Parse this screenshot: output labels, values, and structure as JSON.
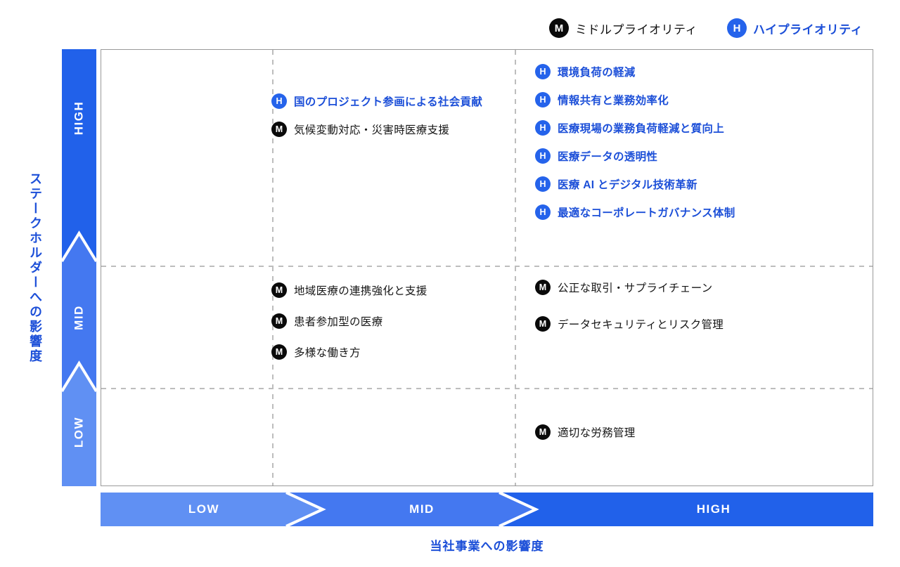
{
  "colors": {
    "badge_blue": "#2563eb",
    "blue_text": "#1c4fd8",
    "bar_high": "#2161ea",
    "bar_mid": "#4478f0",
    "bar_low": "#6090f3",
    "badge_black": "#0a0a0a",
    "plot_border": "#9a9a9a",
    "grid_dash": "#bdbdbd"
  },
  "chart_data": {
    "type": "scatter",
    "subtype": "materiality-matrix",
    "x_axis": {
      "label": "当社事業への影響度",
      "categories": [
        "LOW",
        "MID",
        "HIGH"
      ]
    },
    "y_axis": {
      "label": "ステークホルダーへの影響度",
      "categories": [
        "LOW",
        "MID",
        "HIGH"
      ]
    },
    "grid": "dashed 3x3 matrix",
    "legend_position": "top-right",
    "legend": [
      {
        "symbol": "M",
        "label": "ミドルプライオリティ",
        "color": "#0a0a0a"
      },
      {
        "symbol": "H",
        "label": "ハイプライオリティ",
        "color": "#2563eb"
      }
    ],
    "points": [
      {
        "label": "国のプロジェクト参画による社会貢献",
        "priority": "H",
        "x": "MID",
        "y": "HIGH"
      },
      {
        "label": "気候変動対応・災害時医療支援",
        "priority": "M",
        "x": "MID",
        "y": "HIGH"
      },
      {
        "label": "環境負荷の軽減",
        "priority": "H",
        "x": "HIGH",
        "y": "HIGH"
      },
      {
        "label": "情報共有と業務効率化",
        "priority": "H",
        "x": "HIGH",
        "y": "HIGH"
      },
      {
        "label": "医療現場の業務負荷軽減と質向上",
        "priority": "H",
        "x": "HIGH",
        "y": "HIGH"
      },
      {
        "label": "医療データの透明性",
        "priority": "H",
        "x": "HIGH",
        "y": "HIGH"
      },
      {
        "label": "医療 AI とデジタル技術革新",
        "priority": "H",
        "x": "HIGH",
        "y": "HIGH"
      },
      {
        "label": "最適なコーポレートガバナンス体制",
        "priority": "H",
        "x": "HIGH",
        "y": "HIGH"
      },
      {
        "label": "地域医療の連携強化と支援",
        "priority": "M",
        "x": "MID",
        "y": "MID"
      },
      {
        "label": "患者参加型の医療",
        "priority": "M",
        "x": "MID",
        "y": "MID"
      },
      {
        "label": "多様な働き方",
        "priority": "M",
        "x": "MID",
        "y": "MID"
      },
      {
        "label": "公正な取引・サプライチェーン",
        "priority": "M",
        "x": "HIGH",
        "y": "MID"
      },
      {
        "label": "データセキュリティとリスク管理",
        "priority": "M",
        "x": "HIGH",
        "y": "MID"
      },
      {
        "label": "適切な労務管理",
        "priority": "M",
        "x": "HIGH",
        "y": "LOW"
      }
    ]
  }
}
